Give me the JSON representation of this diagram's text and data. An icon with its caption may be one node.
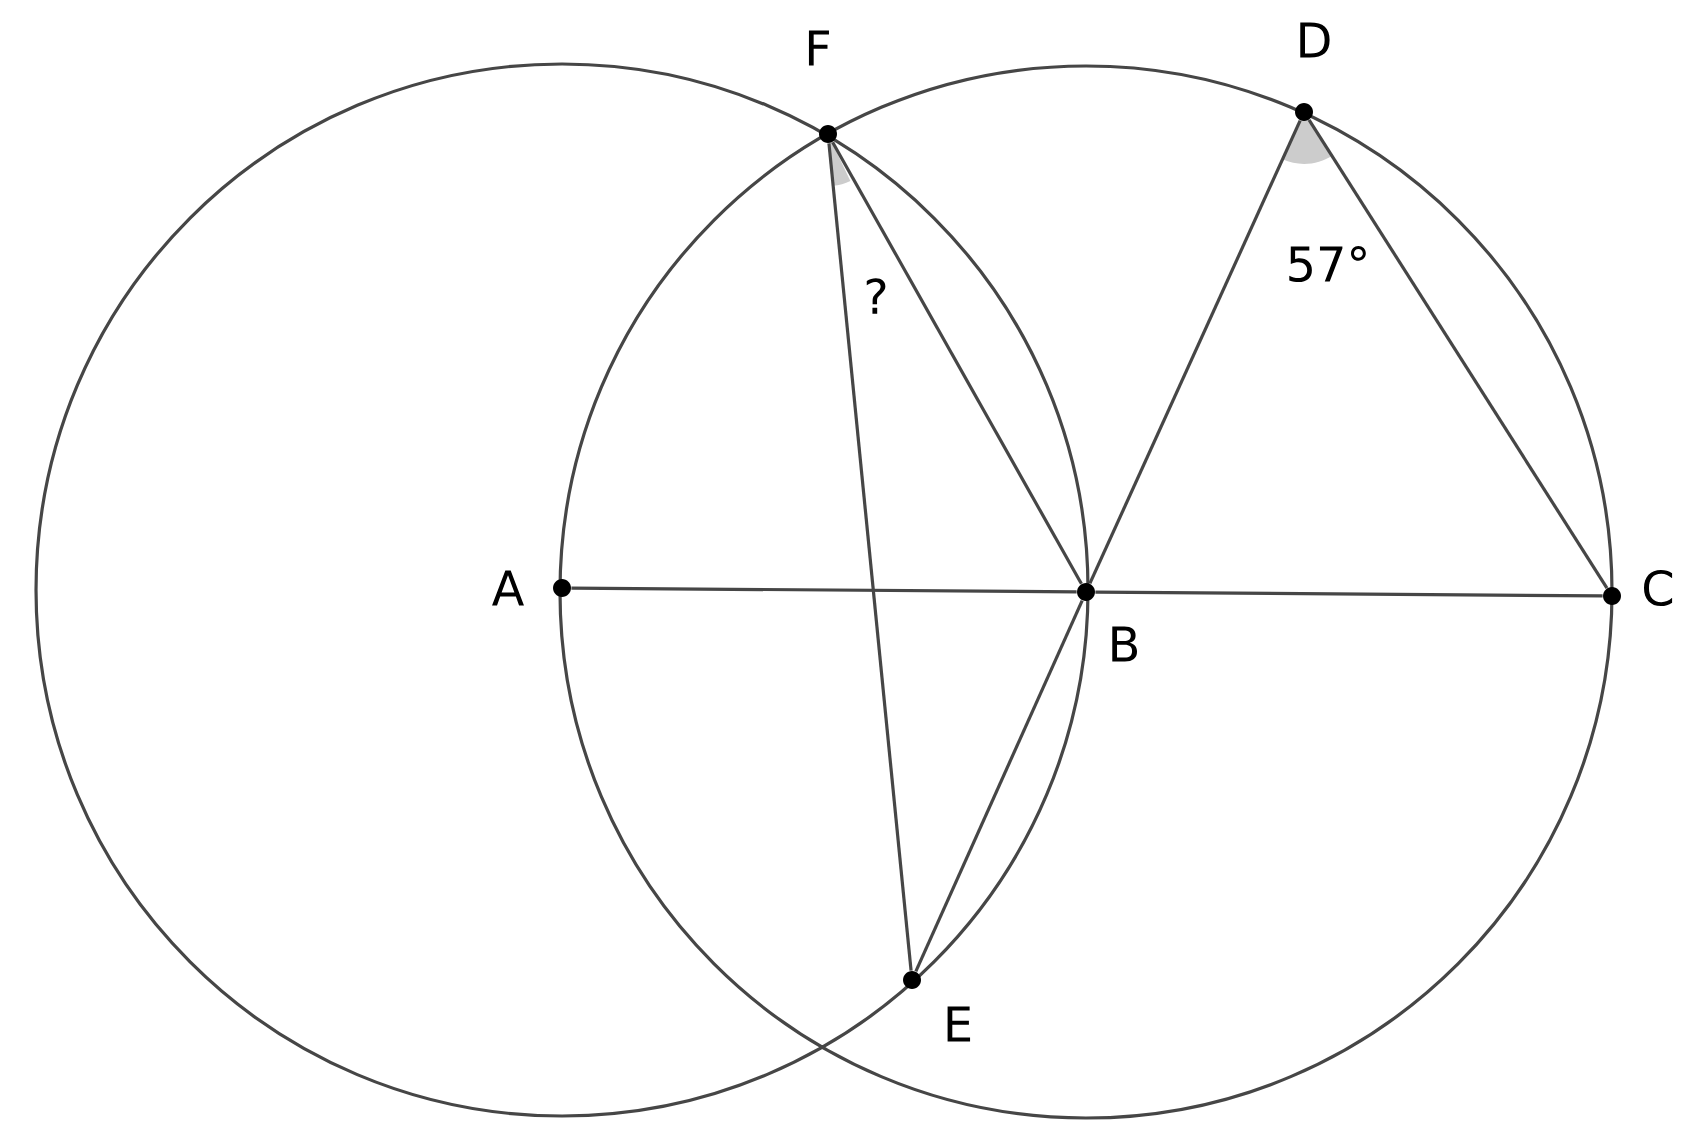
{
  "diagram": {
    "nodes": [
      {
        "text": [],
        "shape": "circle",
        "beside": [
          "F"
        ]
      },
      {
        "text": [],
        "shape": "circle",
        "beside": [
          "D"
        ]
      },
      {
        "text": [],
        "shape": "circle",
        "beside": [
          "A"
        ]
      },
      {
        "text": [],
        "shape": "circle",
        "beside": [
          "B"
        ]
      },
      {
        "text": [],
        "shape": "circle",
        "beside": [
          "C"
        ]
      },
      {
        "text": [],
        "shape": "circle",
        "beside": [
          "E"
        ]
      }
    ],
    "edges": [
      {
        "from": 2,
        "to": 3,
        "arrow": "none"
      },
      {
        "from": 3,
        "to": 4,
        "arrow": "none"
      },
      {
        "from": 0,
        "to": 3,
        "arrow": "none"
      },
      {
        "from": 0,
        "to": 5,
        "arrow": "none"
      },
      {
        "from": 1,
        "to": 3,
        "arrow": "none"
      },
      {
        "from": 1,
        "to": 4,
        "arrow": "none"
      },
      {
        "from": 5,
        "to": 3,
        "arrow": "none"
      }
    ],
    "labels": [
      "?",
      "57°"
    ]
  }
}
